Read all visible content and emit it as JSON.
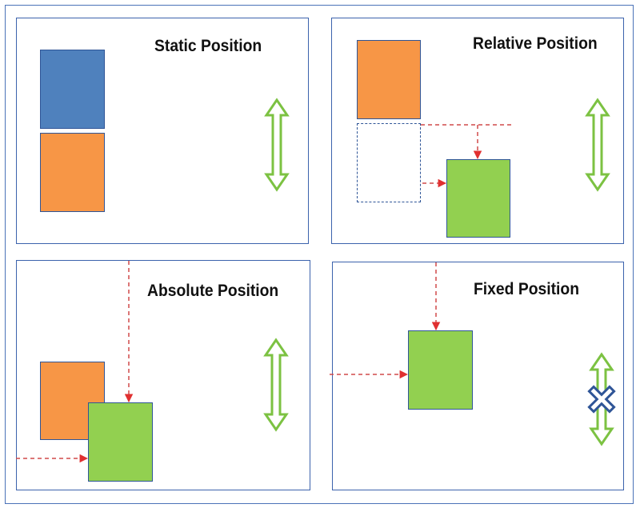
{
  "panels": {
    "static": {
      "title": "Static Position"
    },
    "relative": {
      "title": "Relative Position"
    },
    "absolute": {
      "title": "Absolute Position"
    },
    "fixed": {
      "title": "Fixed Position"
    }
  },
  "colors": {
    "frame": "#3c63ad",
    "box_blue": "#4f81bd",
    "box_orange": "#f79646",
    "box_green": "#92d050",
    "box_border": "#2f5597",
    "offset_arrow": "#e03030",
    "scroll_arrow": "#7cc242",
    "blocked_marker": "#2f5597"
  },
  "icons": {
    "scroll_arrow": "double-headed-vertical-arrow-icon",
    "blocked_marker": "cross-icon"
  }
}
